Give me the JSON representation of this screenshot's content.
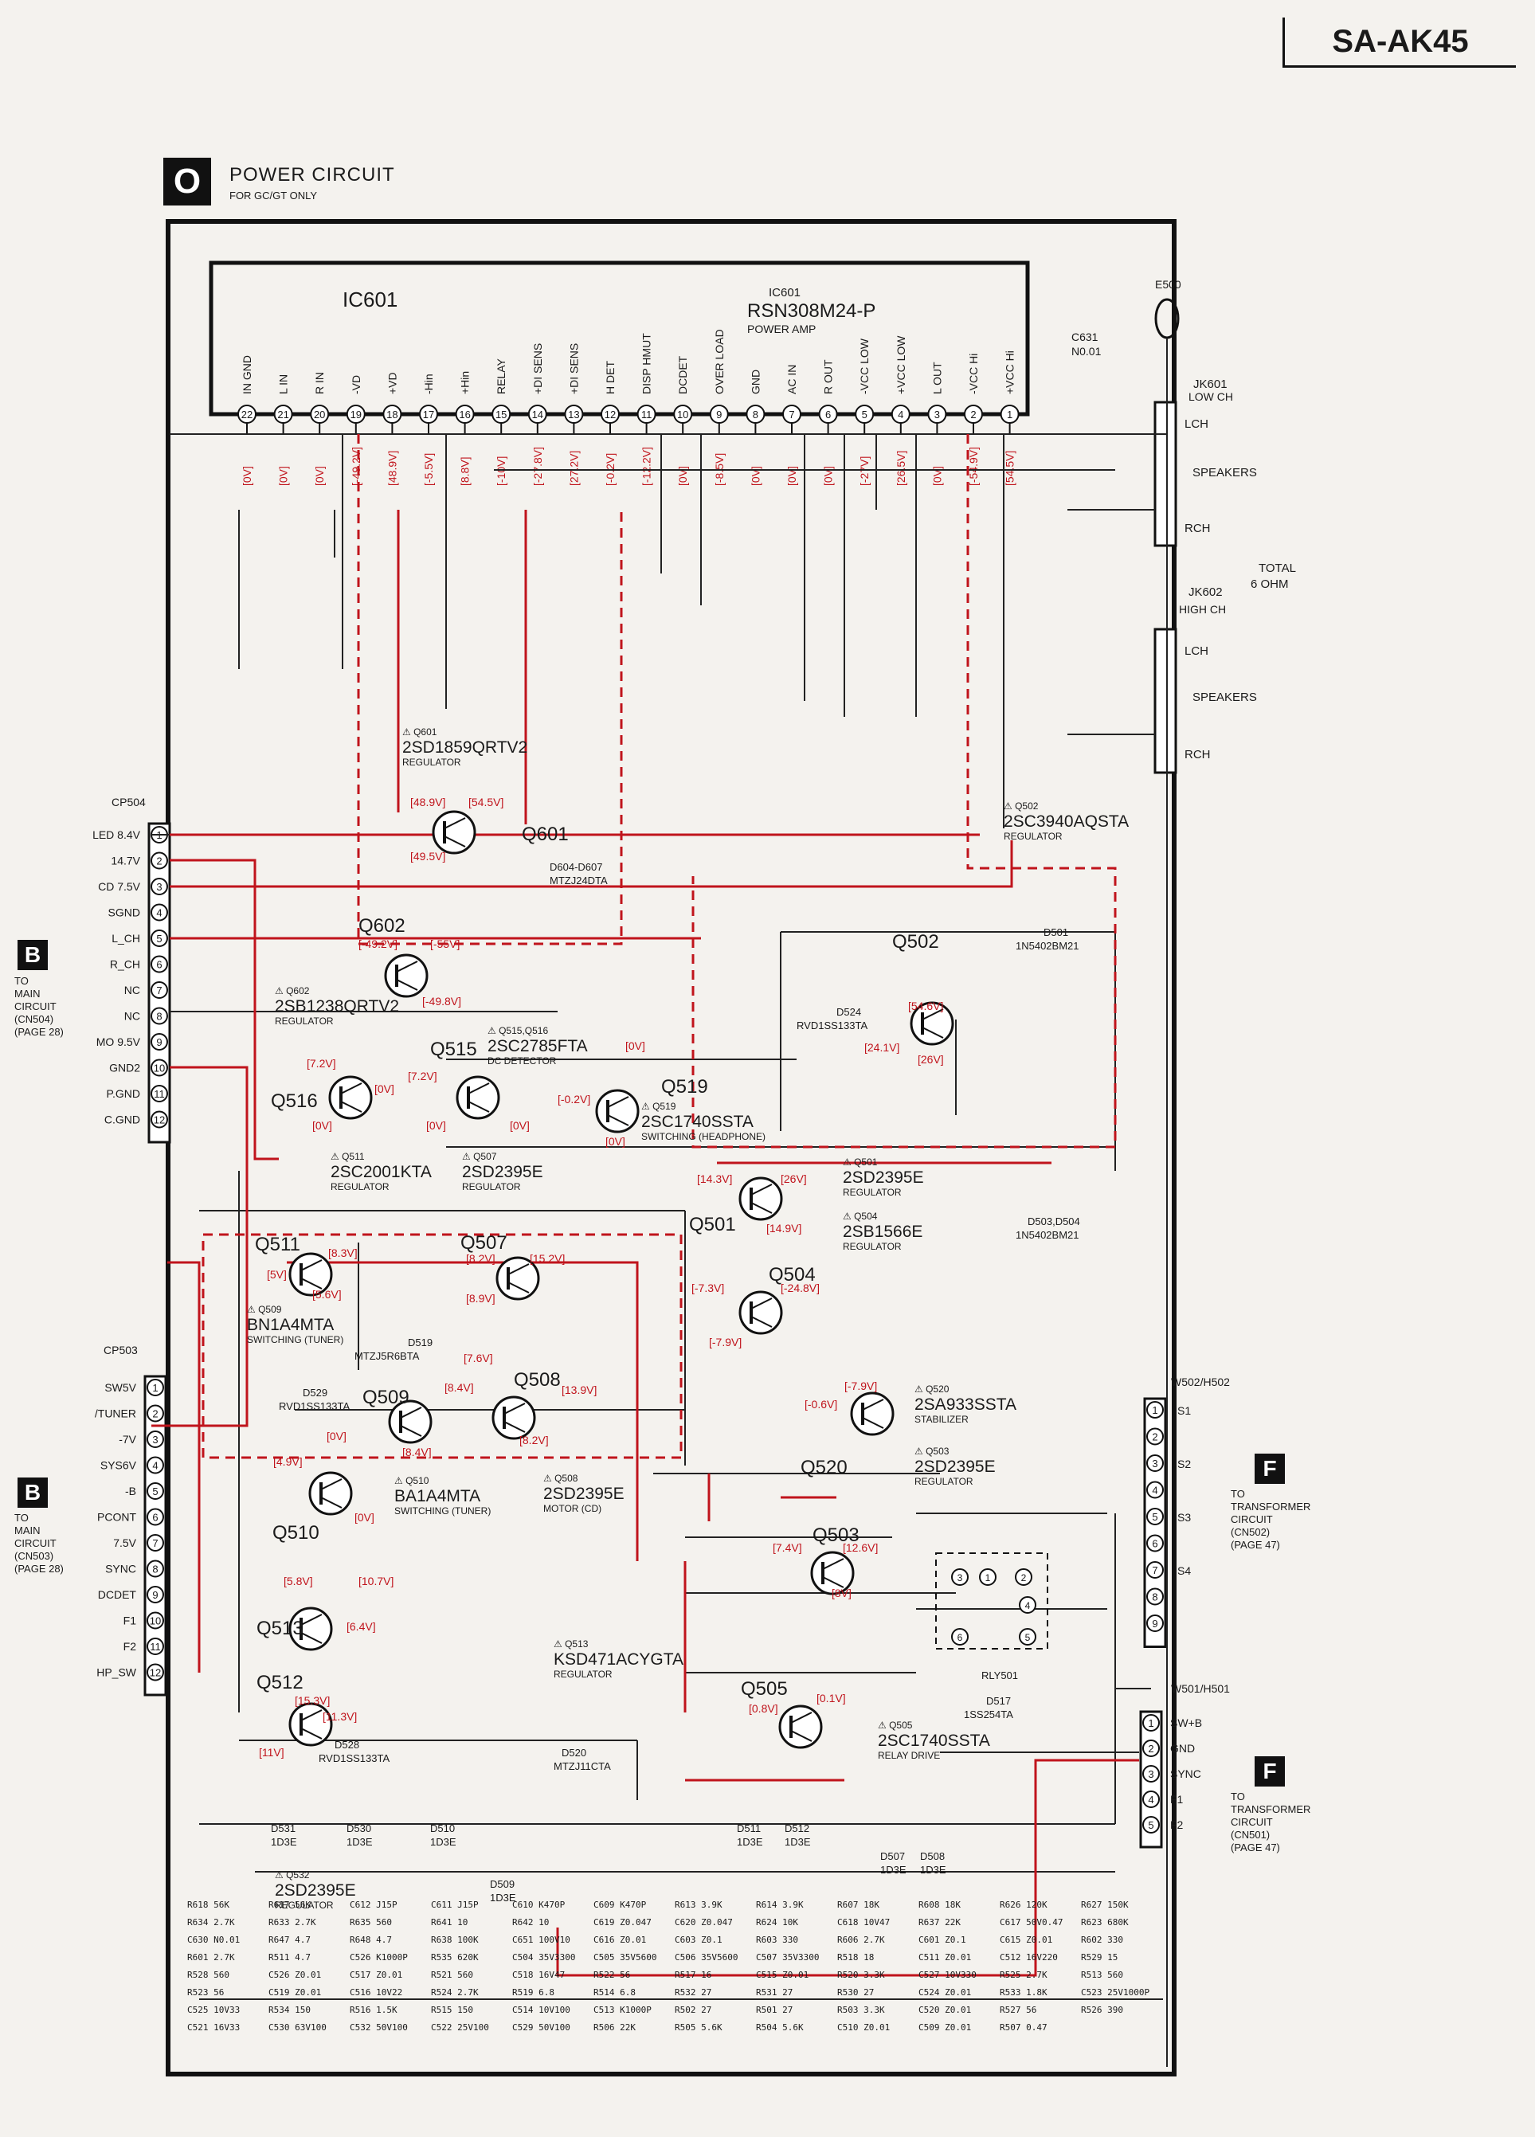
{
  "model": "SA-AK45",
  "section": {
    "letter": "O",
    "title": "POWER CIRCUIT",
    "subtitle": "FOR GC/GT ONLY"
  },
  "ic601": {
    "label": "IC601",
    "part": "RSN308M24-P",
    "ref": "IC601",
    "desc": "POWER AMP",
    "pins": [
      {
        "num": "22",
        "name": "IN GND",
        "v": "[0V]"
      },
      {
        "num": "21",
        "name": "L IN",
        "v": "[0V]"
      },
      {
        "num": "20",
        "name": "R IN",
        "v": "[0V]"
      },
      {
        "num": "19",
        "name": "-VD",
        "v": "[-49.2V]"
      },
      {
        "num": "18",
        "name": "+VD",
        "v": "[48.9V]"
      },
      {
        "num": "17",
        "name": "-Hin",
        "v": "[-5.5V]"
      },
      {
        "num": "16",
        "name": "+Hin",
        "v": "[8.8V]"
      },
      {
        "num": "15",
        "name": "RELAY",
        "v": "[-10V]"
      },
      {
        "num": "14",
        "name": "+DI SENS",
        "v": "[-27.8V]"
      },
      {
        "num": "13",
        "name": "+DI SENS",
        "v": "[27.2V]"
      },
      {
        "num": "12",
        "name": "H DET",
        "v": "[-0.2V]"
      },
      {
        "num": "11",
        "name": "DISP HMUT",
        "v": "[-12.2V]"
      },
      {
        "num": "10",
        "name": "DCDET",
        "v": "[0V]"
      },
      {
        "num": "9",
        "name": "OVER LOAD",
        "v": "[-8.5V]"
      },
      {
        "num": "8",
        "name": "GND",
        "v": "[0V]"
      },
      {
        "num": "7",
        "name": "AC IN",
        "v": "[0V]"
      },
      {
        "num": "6",
        "name": "R OUT",
        "v": "[0V]"
      },
      {
        "num": "5",
        "name": "-VCC LOW",
        "v": "[-27V]"
      },
      {
        "num": "4",
        "name": "+VCC LOW",
        "v": "[26.5V]"
      },
      {
        "num": "3",
        "name": "L OUT",
        "v": "[0V]"
      },
      {
        "num": "2",
        "name": "-VCC Hi",
        "v": "[-54.9V]"
      },
      {
        "num": "1",
        "name": "+VCC Hi",
        "v": "[54.5V]"
      }
    ]
  },
  "e500": "E500",
  "c631": [
    "C631",
    "N0.01"
  ],
  "jk601": {
    "label": "JK601",
    "sub": "LOW CH",
    "lch": "LCH",
    "rch": "RCH",
    "speakers": "SPEAKERS"
  },
  "jk602": {
    "label": "JK602",
    "sub": "HIGH CH",
    "lch": "LCH",
    "rch": "RCH",
    "speakers": "SPEAKERS"
  },
  "total": [
    "TOTAL",
    "6 OHM"
  ],
  "cp504": {
    "label": "CP504",
    "pins": [
      {
        "num": "1",
        "name": "LED 8.4V"
      },
      {
        "num": "2",
        "name": "14.7V"
      },
      {
        "num": "3",
        "name": "CD 7.5V"
      },
      {
        "num": "4",
        "name": "SGND"
      },
      {
        "num": "5",
        "name": "L_CH"
      },
      {
        "num": "6",
        "name": "R_CH"
      },
      {
        "num": "7",
        "name": "NC"
      },
      {
        "num": "8",
        "name": "NC"
      },
      {
        "num": "9",
        "name": "MO 9.5V"
      },
      {
        "num": "10",
        "name": "GND2"
      },
      {
        "num": "11",
        "name": "P.GND"
      },
      {
        "num": "12",
        "name": "C.GND"
      }
    ],
    "ref": [
      "B",
      "TO",
      "MAIN",
      "CIRCUIT",
      "(CN504)",
      "(PAGE 28)"
    ]
  },
  "cp503": {
    "label": "CP503",
    "pins": [
      {
        "num": "1",
        "name": "SW5V"
      },
      {
        "num": "2",
        "name": "/TUNER"
      },
      {
        "num": "3",
        "name": "-7V"
      },
      {
        "num": "4",
        "name": "SYS6V"
      },
      {
        "num": "5",
        "name": "-B"
      },
      {
        "num": "6",
        "name": "PCONT"
      },
      {
        "num": "7",
        "name": "7.5V"
      },
      {
        "num": "8",
        "name": "SYNC"
      },
      {
        "num": "9",
        "name": "DCDET"
      },
      {
        "num": "10",
        "name": "F1"
      },
      {
        "num": "11",
        "name": "F2"
      },
      {
        "num": "12",
        "name": "HP_SW"
      }
    ],
    "ref": [
      "B",
      "TO",
      "MAIN",
      "CIRCUIT",
      "(CN503)",
      "(PAGE 28)"
    ]
  },
  "w502": {
    "label": "W502/H502",
    "pins": [
      "1",
      "2",
      "3",
      "4",
      "5",
      "6",
      "7",
      "8",
      "9"
    ],
    "names": [
      "S1",
      "S2",
      "S3",
      "S4"
    ],
    "ref": [
      "F",
      "TO",
      "TRANSFORMER",
      "CIRCUIT",
      "(CN502)",
      "(PAGE 47)"
    ]
  },
  "w501": {
    "label": "W501/H501",
    "pins": [
      {
        "num": "1",
        "name": "SW+B"
      },
      {
        "num": "2",
        "name": "GND"
      },
      {
        "num": "3",
        "name": "SYNC"
      },
      {
        "num": "4",
        "name": "F1"
      },
      {
        "num": "5",
        "name": "F2"
      }
    ],
    "ref": [
      "F",
      "TO",
      "TRANSFORMER",
      "CIRCUIT",
      "(CN501)",
      "(PAGE 47)"
    ]
  },
  "transistors": [
    {
      "id": "Q601",
      "title": "Q601",
      "part": "2SD1859QRTV2",
      "role": "REGULATOR"
    },
    {
      "id": "Q602",
      "title": "Q602",
      "part": "2SB1238QRTV2",
      "role": "REGULATOR"
    },
    {
      "id": "Q502",
      "title": "Q502",
      "part": "2SC3940AQSTA",
      "role": "REGULATOR"
    },
    {
      "id": "Q515",
      "title": "Q515,Q516",
      "part": "2SC2785FTA",
      "role": "DC DETECTOR"
    },
    {
      "id": "Q519",
      "title": "Q519",
      "part": "2SC1740SSTA",
      "role": "SWITCHING (HEADPHONE)"
    },
    {
      "id": "Q511",
      "title": "Q511",
      "part": "2SC2001KTA",
      "role": "REGULATOR"
    },
    {
      "id": "Q507",
      "title": "Q507",
      "part": "2SD2395E",
      "role": "REGULATOR"
    },
    {
      "id": "Q501",
      "title": "Q501",
      "part": "2SD2395E",
      "role": "REGULATOR"
    },
    {
      "id": "Q504",
      "title": "Q504",
      "part": "2SB1566E",
      "role": "REGULATOR"
    },
    {
      "id": "Q509",
      "title": "Q509",
      "part": "BN1A4MTA",
      "role": "SWITCHING (TUNER)"
    },
    {
      "id": "Q510",
      "title": "Q510",
      "part": "BA1A4MTA",
      "role": "SWITCHING (TUNER)"
    },
    {
      "id": "Q508",
      "title": "Q508",
      "part": "2SD2395E",
      "role": "MOTOR (CD)"
    },
    {
      "id": "Q520",
      "title": "Q520",
      "part": "2SA933SSTA",
      "role": "STABILIZER"
    },
    {
      "id": "Q503",
      "title": "Q503",
      "part": "2SD2395E",
      "role": "REGULATOR"
    },
    {
      "id": "Q513",
      "title": "Q513",
      "part": "KSD471ACYGTA",
      "role": "REGULATOR"
    },
    {
      "id": "Q505",
      "title": "Q505",
      "part": "2SC1740SSTA",
      "role": "RELAY DRIVE"
    },
    {
      "id": "Q532",
      "title": "Q532",
      "part": "2SD2395E",
      "role": "REGULATOR"
    }
  ],
  "labels": {
    "q601_big": "Q601",
    "q602_big": "Q602",
    "q502_big": "Q502",
    "q515_big": "Q515",
    "q516_big": "Q516",
    "q519_big": "Q519",
    "q511_big": "Q511",
    "q507_big": "Q507",
    "q501_big": "Q501",
    "q504_big": "Q504",
    "q509_big": "Q509",
    "q510_big": "Q510",
    "q508_big": "Q508",
    "q520_big": "Q520",
    "q503_big": "Q503",
    "q513_big": "Q513",
    "q512_big": "Q512",
    "q505_big": "Q505",
    "d604": "D604-D607",
    "d604p": "MTZJ24DTA",
    "d501": "D501",
    "d501p": "1N5402BM21",
    "d503": "D503,D504",
    "d503p": "1N5402BM21",
    "rly": "RLY501",
    "d517": "D517",
    "d517p": "1SS254TA",
    "d528": "D528",
    "d528p": "RVD1SS133TA",
    "d529": "D529",
    "d529p": "RVD1SS133TA",
    "d519": "D519",
    "d519p": "MTZJ5R6BTA",
    "d524": "D524",
    "d524p": "RVD1SS133TA",
    "d520": "D520",
    "d520p": "MTZJ11CTA",
    "d531": "D531",
    "d530": "D530",
    "d510": "D510",
    "d509": "D509",
    "d511": "D511",
    "d512": "D512",
    "d507": "D507",
    "d508": "D508",
    "d3e": "1D3E"
  },
  "parts": [
    "R618 56K",
    "R617 56K",
    "C612 J15P",
    "C611 J15P",
    "C610 K470P",
    "C609 K470P",
    "R613 3.9K",
    "R614 3.9K",
    "R607 18K",
    "R608 18K",
    "R626 120K",
    "R627 150K",
    "R634 2.7K",
    "R633 2.7K",
    "R635 560",
    "R641 10",
    "R642 10",
    "C619 Z0.047",
    "C620 Z0.047",
    "R624 10K",
    "C618 10V47",
    "R637 22K",
    "C617 50V0.47",
    "R623 680K",
    "C630 N0.01",
    "R647 4.7",
    "R648 4.7",
    "R638 100K",
    "C651 100V10",
    "C616 Z0.01",
    "C603 Z0.1",
    "R603 330",
    "R606 2.7K",
    "C601 Z0.1",
    "C615 Z0.01",
    "R602 330",
    "R601 2.7K",
    "R511 4.7",
    "C526 K1000P",
    "R535 620K",
    "C504 35V3300",
    "C505 35V5600",
    "C506 35V5600",
    "C507 35V3300",
    "R518 18",
    "C511 Z0.01",
    "C512 16V220",
    "R529 15",
    "R528 560",
    "C526 Z0.01",
    "C517 Z0.01",
    "R521 560",
    "C518 16V47",
    "R522 56",
    "R517 16",
    "C515 Z0.01",
    "R520 3.3K",
    "C527 10V330",
    "R525 2.7K",
    "R513 560",
    "R523 56",
    "C519 Z0.01",
    "C516 10V22",
    "R524 2.7K",
    "R519 6.8",
    "R514 6.8",
    "R532 27",
    "R531 27",
    "R530 27",
    "C524 Z0.01",
    "R533 1.8K",
    "C523 25V1000P",
    "C525 10V33",
    "R534 150",
    "R516 1.5K",
    "R515 150",
    "C514 10V100",
    "C513 K1000P",
    "R502 27",
    "R501 27",
    "R503 3.3K",
    "C520 Z0.01",
    "R527 56",
    "R526 390",
    "C521 16V33",
    "C530 63V100",
    "C532 50V100",
    "C522 25V100",
    "C529 50V100",
    "R506 22K",
    "R505 5.6K",
    "R504 5.6K",
    "C510 Z0.01",
    "C509 Z0.01",
    "R507 0.47"
  ],
  "voltages": {
    "q601": [
      "[48.9V]",
      "[54.5V]",
      "[49.5V]"
    ],
    "q602": [
      "[-49.2V]",
      "[-55V]",
      "[-49.8V]"
    ],
    "q515": [
      "[7.2V]",
      "[0V]",
      "[7.2V]",
      "[0V]",
      "[0V]",
      "[0V]"
    ],
    "q519": [
      "[0V]",
      "[-0.2V]",
      "[0V]"
    ],
    "q502": [
      "[54.6V]",
      "[24.1V]",
      "[26V]"
    ],
    "q501": [
      "[14.3V]",
      "[26V]",
      "[14.9V]"
    ],
    "q511": [
      "[8.3V]",
      "[5V]",
      "[5.6V]"
    ],
    "q507": [
      "[8.2V]",
      "[15.2V]",
      "[8.9V]",
      "[7.6V]"
    ],
    "q504": [
      "[-7.3V]",
      "[-24.8V]",
      "[-7.9V]"
    ],
    "q509": [
      "[8.4V]",
      "[0V]",
      "[8.4V]",
      "[4.9V]"
    ],
    "q508": [
      "[13.9V]",
      "[8.2V]"
    ],
    "q520": [
      "[-7.9V]",
      "[-0.6V]"
    ],
    "q510": [
      "[0V]"
    ],
    "q503": [
      "[7.4V]",
      "[12.6V]",
      "[8V]"
    ],
    "q513": [
      "[5.8V]",
      "[10.7V]",
      "[6.4V]"
    ],
    "q512": [
      "[15.3V]",
      "[11.3V]",
      "[11V]"
    ],
    "q505": [
      "[0.8V]",
      "[0.1V]"
    ]
  }
}
